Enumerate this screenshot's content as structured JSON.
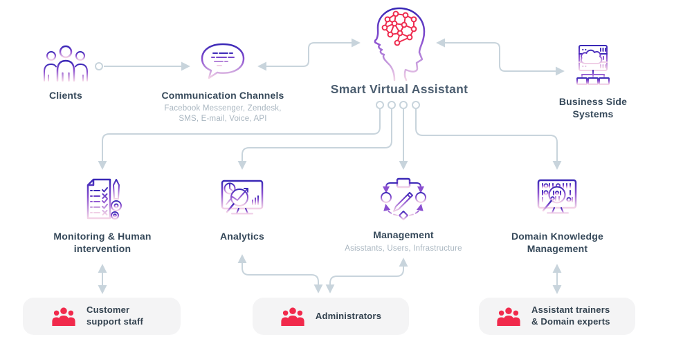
{
  "diagram_title": "Smart Virtual Assistant",
  "nodes": {
    "clients": {
      "label": "Clients",
      "icon": "people-group-outline-icon"
    },
    "communication_channels": {
      "label": "Communication Channels",
      "sublabel": "Facebook Messenger, Zendesk, SMS, E-mail, Voice, API",
      "icon": "chat-bubble-icon"
    },
    "smart_virtual_assistant": {
      "label": "Smart Virtual Assistant",
      "icon": "head-neural-network-icon"
    },
    "business_side_systems": {
      "label": "Business Side Systems",
      "icon": "server-cloud-network-icon"
    },
    "monitoring": {
      "label": "Monitoring & Human intervention",
      "icon": "checklist-pen-icon"
    },
    "analytics": {
      "label": "Analytics",
      "icon": "chart-magnifier-icon"
    },
    "management": {
      "label": "Management",
      "sublabel": "Asisstants, Users, Infrastructure",
      "icon": "workflow-pencil-icon"
    },
    "domain_knowledge": {
      "label": "Domain Knowledge Management",
      "icon": "binary-screen-magnifier-icon"
    }
  },
  "people_boxes": {
    "customer_support": {
      "label": "Customer support staff",
      "icon": "people-group-solid-icon"
    },
    "administrators": {
      "label": "Administrators",
      "icon": "people-group-solid-icon"
    },
    "trainers": {
      "label": "Assistant trainers & Domain experts",
      "icon": "people-group-solid-icon"
    }
  },
  "colors": {
    "icon_gradient_top": "#3928b6",
    "icon_gradient_mid": "#8a4fd0",
    "icon_gradient_bottom": "#f3d3e7",
    "brain_red": "#ee2b4e",
    "people_red": "#f12a4c",
    "connector_gray": "#c8d4dc",
    "title_text": "#36495a",
    "subtitle_text": "#a9b6c0",
    "box_background": "#f4f4f5"
  }
}
